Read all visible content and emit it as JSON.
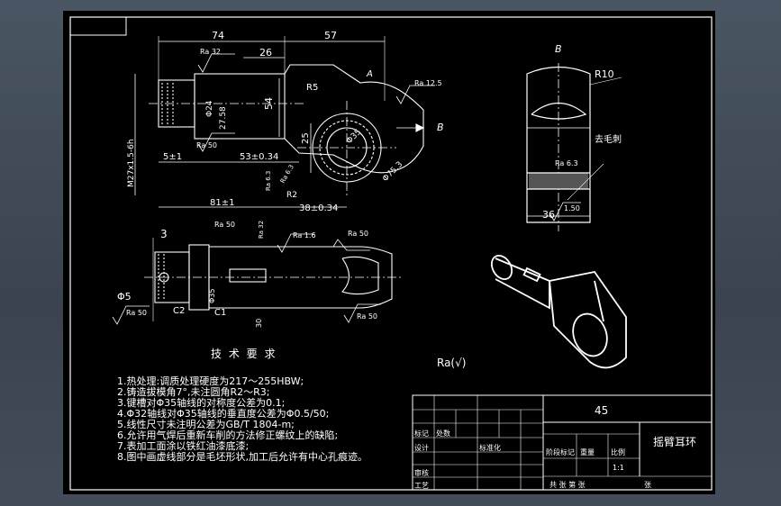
{
  "dimensions": {
    "d74": "74",
    "d57": "57",
    "d26": "26",
    "ra32_top": "Ra 32",
    "r5": "R5",
    "a_label": "A",
    "ra125": "Ra 12.5",
    "b_arrow": "B",
    "d54": "54",
    "phi24": "Φ24",
    "d27_58": "27.58",
    "d25": "25",
    "ra50_mid": "Ra 50",
    "d5pm1": "5±1",
    "d53": "53±0.34",
    "d81": "81±1",
    "d38": "38±0.34",
    "r2": "R2",
    "phi35": "Φ35",
    "ra63_a": "Ra 6.3",
    "ra63_b": "Ra 6.3",
    "thread": "M27x1.5-6h",
    "tol_75": "Φ75.3"
  },
  "views": {
    "b_label": "B",
    "r10": "R10",
    "deburr": "去毛刺",
    "ra63_right": "Ra 6.3",
    "d36": "36",
    "tol_right": "1.50",
    "ra50_top": "Ra 50",
    "ra32_side": "Ra 32",
    "ra16": "Ra 1.6",
    "ra50_right": "Ra 50",
    "dim3": "3",
    "phi5": "Φ5",
    "ra50_left": "Ra 50",
    "c2": "C2",
    "c1": "C1",
    "ra50_bottom": "Ra 50",
    "d30": "30",
    "phi35_low": "Φ35"
  },
  "notes": {
    "title": "技 术 要 求",
    "lines": [
      "1.热处理:调质处理硬度为217～255HBW;",
      "2.铸造拔模角7°,未注圆角R2～R3;",
      "3.键槽对Φ35轴线的对称度公差为0.1;",
      "4.Φ32轴线对Φ35轴线的垂直度公差为Φ0.5/50;",
      "5.线性尺寸未注明公差为GB/T 1804-m;",
      "6.允许用气焊后重新车削的方法修正螺纹上的缺陷;",
      "7.表加工面涂以铁红油漆底漆;",
      "8.图中画虚线部分是毛坯形状,加工后允许有中心孔痕迹。"
    ],
    "roughness_symbol": "Ra(√)"
  },
  "title_block": {
    "material": "45",
    "part_name": "摇臂耳环",
    "mark": "标记",
    "qty": "处数",
    "design": "设计",
    "standard": "标准化",
    "review": "审核",
    "process": "工艺",
    "stage": "阶段标记",
    "weight": "重量",
    "scale": "比例",
    "scale_value": "1:1",
    "sheet": "共  张 第  张",
    "seal": "张"
  }
}
